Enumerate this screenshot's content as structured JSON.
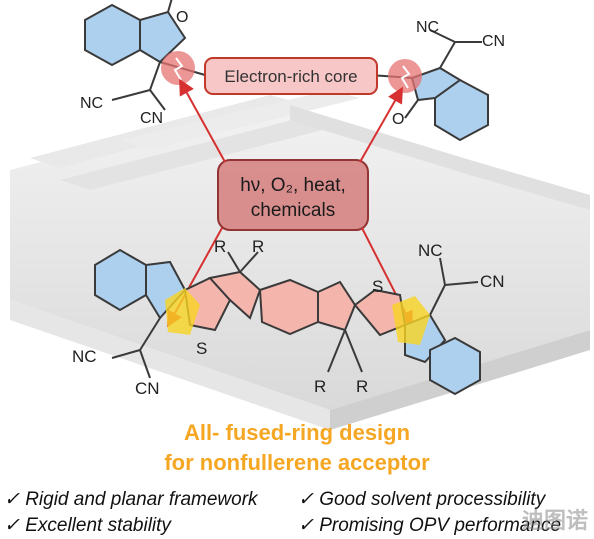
{
  "core_label": "Electron-rich core",
  "stimuli_label_line1": "hν, O₂, heat,",
  "stimuli_label_line2": "chemicals",
  "groups": {
    "o": "O",
    "nc_left_top": "NC",
    "cn_left_top": "CN",
    "nc_right_top": "NC",
    "cn_right_top": "CN",
    "o_right": "O",
    "nc_right_bottom": "NC",
    "cn_right_bottom": "CN",
    "nc_left_bottom": "NC",
    "cn_left_bottom": "CN",
    "s_left": "S",
    "s_right": "S",
    "r1": "R",
    "r2": "R",
    "r3": "R",
    "r4": "R"
  },
  "caption": {
    "line1": "All- fused-ring design",
    "line2": "for nonfullerene acceptor"
  },
  "bullets": [
    "✓ Rigid and planar framework",
    "✓ Good solvent processibility",
    "✓ Excellent stability",
    "✓ Promising OPV performance"
  ],
  "watermark": "迪图诺",
  "colors": {
    "accent": "#f5a623",
    "core_fill": "#f7c6c6",
    "core_stroke": "#c0392b",
    "ring_fill": "#aed0ef",
    "fused_fill": "#f4b5ad",
    "highlight": "#f9d423",
    "arrow": "#d63030"
  }
}
